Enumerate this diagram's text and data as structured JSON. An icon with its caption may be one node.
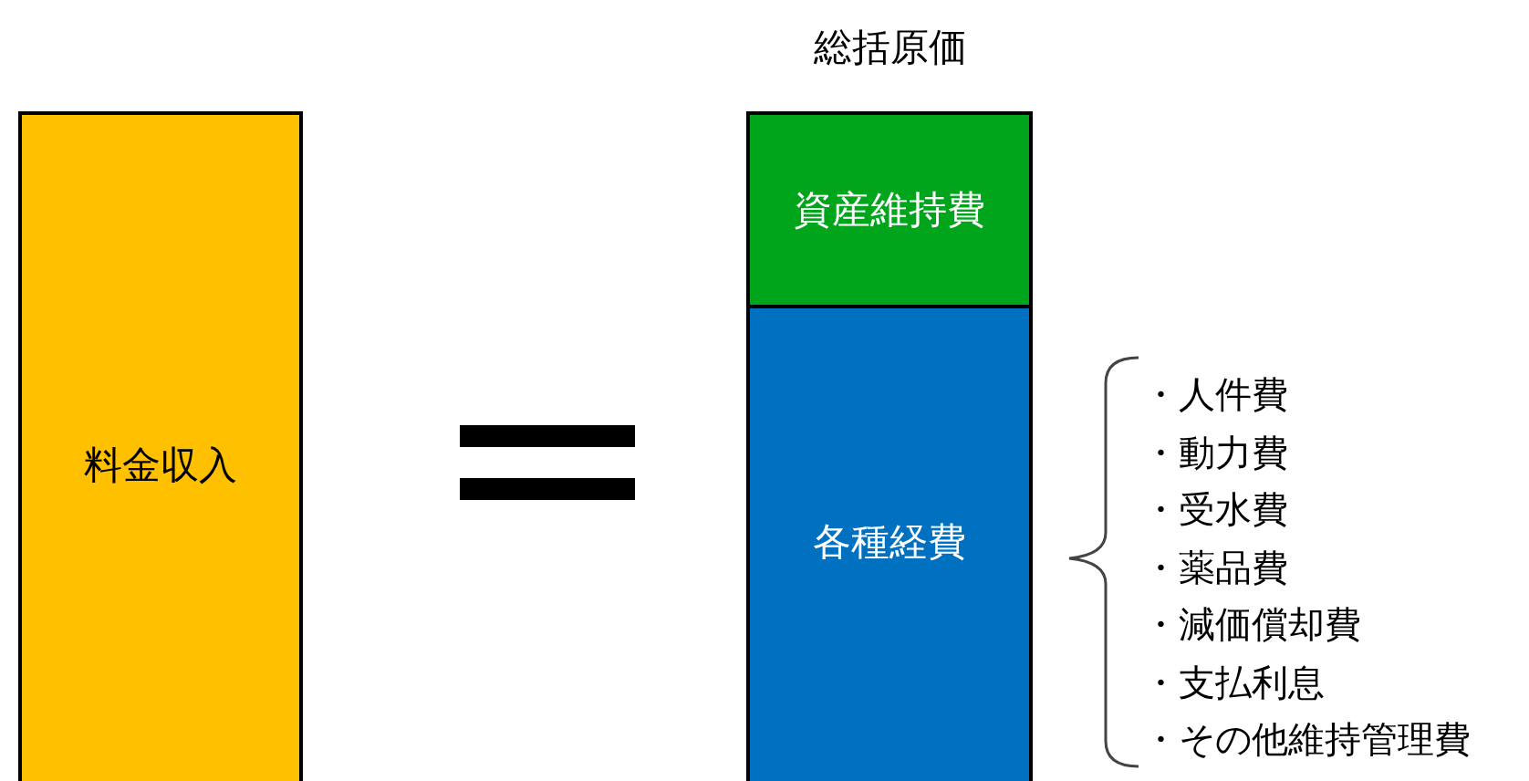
{
  "diagram": {
    "title": "総括原価",
    "nodes": [
      {
        "text": [
          "料金収入"
        ]
      },
      {
        "text": [
          "資産維持費"
        ]
      },
      {
        "text": [
          "各種経費"
        ]
      }
    ],
    "labels": [
      "・人件費",
      "・動力費",
      "・受水費",
      "・薬品費",
      "・減価償却費",
      "・支払利息",
      "・その他維持管理費"
    ]
  }
}
